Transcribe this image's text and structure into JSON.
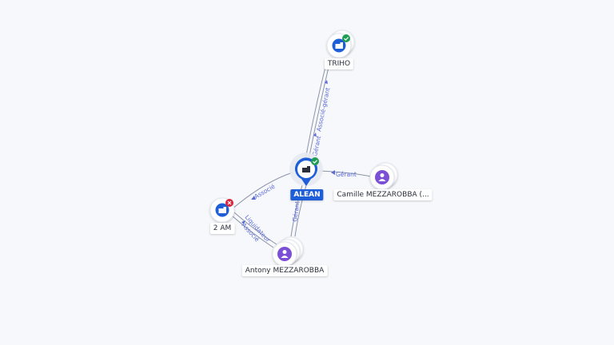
{
  "colors": {
    "company": "#1e5fd8",
    "person": "#7b4fd6",
    "status_active": "#1f9d55",
    "status_closed": "#d7263d",
    "edge": "#8b93a8",
    "edge_label": "#5a6bd6"
  },
  "nodes": {
    "alean": {
      "label": "ALEAN",
      "type": "company",
      "status": "active",
      "icon": "building-icon"
    },
    "triho": {
      "label": "TRIHO",
      "type": "company",
      "status": "active",
      "icon": "building-icon"
    },
    "two_am": {
      "label": "2 AM",
      "type": "company",
      "status": "closed",
      "icon": "building-icon"
    },
    "camille": {
      "label": "Camille MEZZAROBBA (...",
      "type": "person",
      "icon": "person-icon"
    },
    "antony": {
      "label": "Antony MEZZAROBBA",
      "type": "person",
      "icon": "person-icon"
    }
  },
  "edges": {
    "alean_triho_gerant": "Gérant",
    "alean_triho_associe_gerant": "Associé-gérant",
    "camille_alean": "Gérant",
    "alean_2am": "Associé",
    "antony_alean": "Gérant",
    "antony_2am_liquidateur": "Liquidateur",
    "antony_2am_associe": "Associé"
  }
}
